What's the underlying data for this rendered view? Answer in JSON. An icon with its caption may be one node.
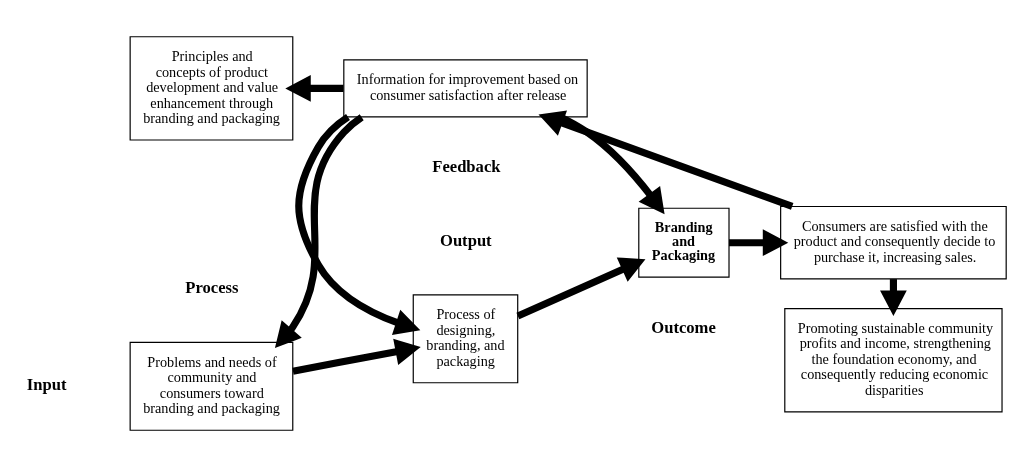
{
  "diagram": {
    "nodes": [
      {
        "text": [
          "Problems and needs of community and consumers toward branding and packaging"
        ]
      },
      {
        "text": [
          "Process of designing, branding, and packaging"
        ]
      },
      {
        "text": [
          "Branding and Packaging"
        ]
      },
      {
        "text": [
          "Consumers are satisfied with the product and consequently decide to purchase it, increasing sales."
        ]
      },
      {
        "text": [
          "Promoting sustainable community profits and income, strengthening the foundation economy, and consequently reducing economic disparities"
        ]
      },
      {
        "text": [
          "Information for improvement based on consumer satisfaction after release"
        ]
      },
      {
        "text": [
          "Principles and concepts of product development and value enhancement through branding and packaging"
        ]
      }
    ],
    "edges": [
      {
        "from": 0,
        "to": 1,
        "arrow": "to"
      },
      {
        "from": 1,
        "to": 2,
        "arrow": "to"
      },
      {
        "from": 2,
        "to": 3,
        "arrow": "to"
      },
      {
        "from": 3,
        "to": 4,
        "arrow": "to"
      },
      {
        "from": 3,
        "to": 5,
        "arrow": "to"
      },
      {
        "from": 5,
        "to": 1,
        "arrow": "to"
      },
      {
        "from": 5,
        "to": 2,
        "arrow": "to"
      },
      {
        "from": 5,
        "to": 0,
        "arrow": "to"
      },
      {
        "from": 5,
        "to": 6,
        "arrow": "to"
      }
    ],
    "labels": [
      "Input",
      "Process",
      "Output",
      "Outcome",
      "Feedback"
    ]
  }
}
